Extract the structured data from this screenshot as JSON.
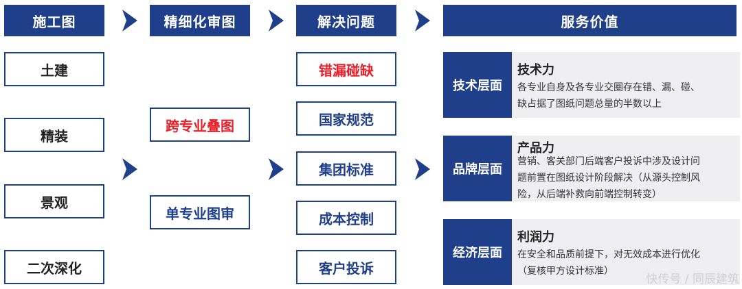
{
  "headers": {
    "col1": "施工图",
    "col2": "精细化审图",
    "col3": "解决问题",
    "col4": "服务价值"
  },
  "column1": [
    "土建",
    "精装",
    "景观",
    "二次深化"
  ],
  "column2": {
    "item1": "跨专业叠图",
    "item2": "单专业图审"
  },
  "column3": [
    "错漏碰缺",
    "国家规范",
    "集团标准",
    "成本控制",
    "客户投诉"
  ],
  "values": [
    {
      "tag": "技术层面",
      "title": "技术力",
      "desc1": "各专业自身及各专业交圈存在错、漏、碰、",
      "desc2": "缺占据了图纸问题总量的半数以上"
    },
    {
      "tag": "品牌层面",
      "title": "产品力",
      "desc1": "营销、客关部门后端客户投诉中涉及设计问",
      "desc2": "题前置在图纸设计阶段解决（从源头控制风",
      "desc3": "险，从后端补救向前端控制转变）"
    },
    {
      "tag": "经济层面",
      "title": "利润力",
      "desc1": "在安全和品质前提下，对无效成本进行优化",
      "desc2": "（复核甲方设计标准）"
    }
  ],
  "watermark": "快传号 / 同辰建筑",
  "colors": {
    "primary": "#1f3f8a",
    "highlight": "#e8202a",
    "panel_bg": "#efeff1"
  }
}
